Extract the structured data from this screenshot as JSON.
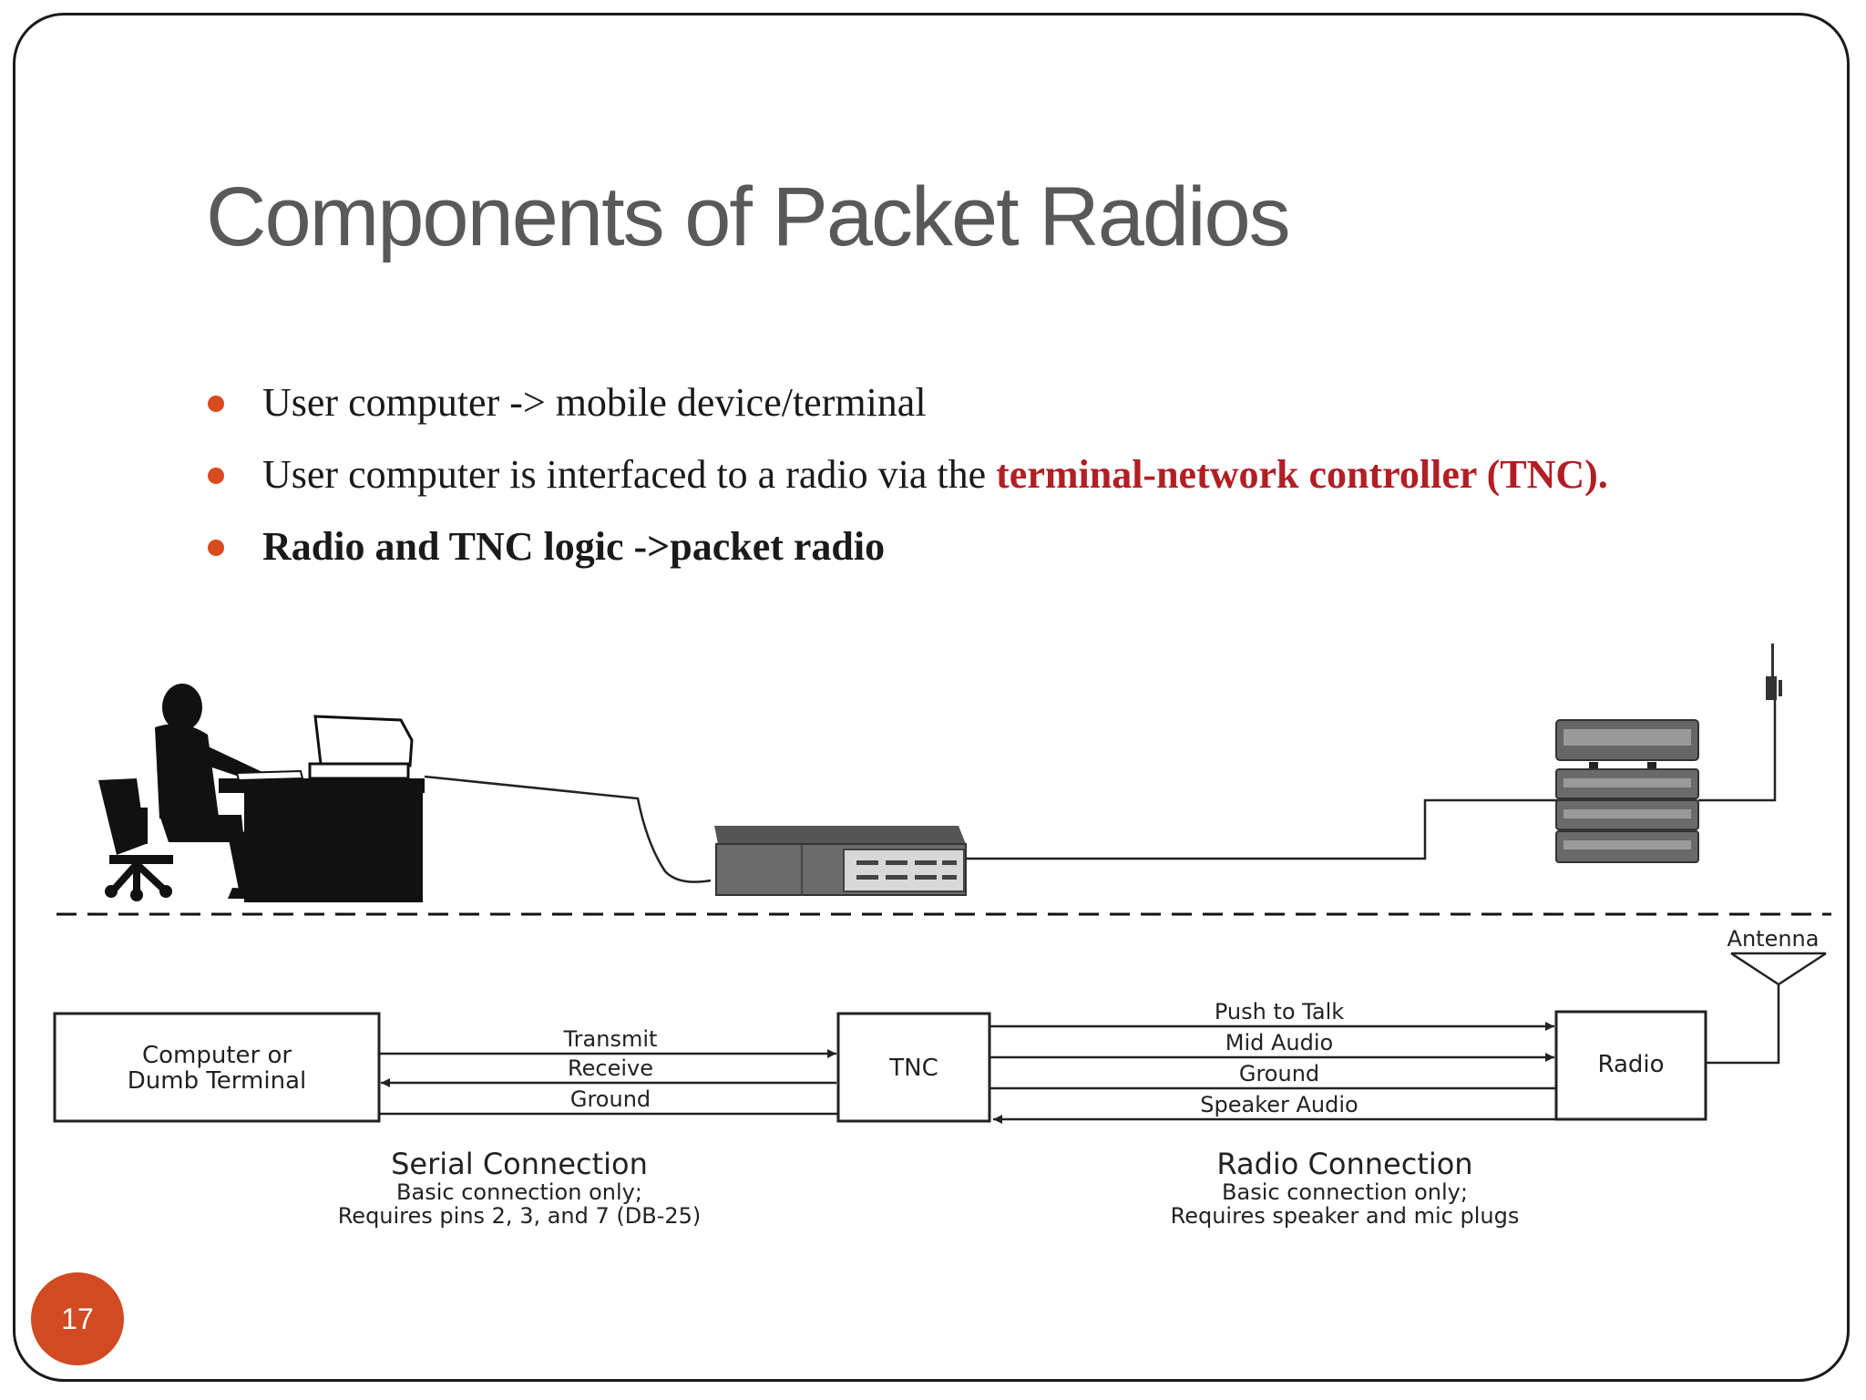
{
  "slide": {
    "title": "Components of Packet Radios",
    "page_number": "17"
  },
  "bullets": [
    {
      "text": "User computer -> mobile device/terminal"
    },
    {
      "prefix": "User computer is interfaced to a radio via the ",
      "highlight": "terminal-network controller (TNC).",
      "highlight_color": "#b11f24"
    },
    {
      "text": "Radio and TNC logic ->packet radio"
    }
  ],
  "diagram": {
    "boxes": {
      "computer_line1": "Computer or",
      "computer_line2": "Dumb Terminal",
      "tnc": "TNC",
      "radio": "Radio"
    },
    "serial_lines": {
      "transmit": "Transmit",
      "receive": "Receive",
      "ground": "Ground"
    },
    "radio_lines": {
      "push_to_talk": "Push to Talk",
      "mid_audio": "Mid Audio",
      "ground": "Ground",
      "speaker_audio": "Speaker Audio"
    },
    "antenna": "Antenna",
    "serial_caption": {
      "title": "Serial Connection",
      "line1": "Basic connection only;",
      "line2": "Requires pins 2, 3, and 7 (DB-25)"
    },
    "radio_caption": {
      "title": "Radio Connection",
      "line1": "Basic connection only;",
      "line2": "Requires speaker and mic plugs"
    }
  },
  "colors": {
    "accent": "#d64b1f",
    "title": "#595959",
    "highlight": "#b11f24",
    "badge": "#d14a22"
  }
}
